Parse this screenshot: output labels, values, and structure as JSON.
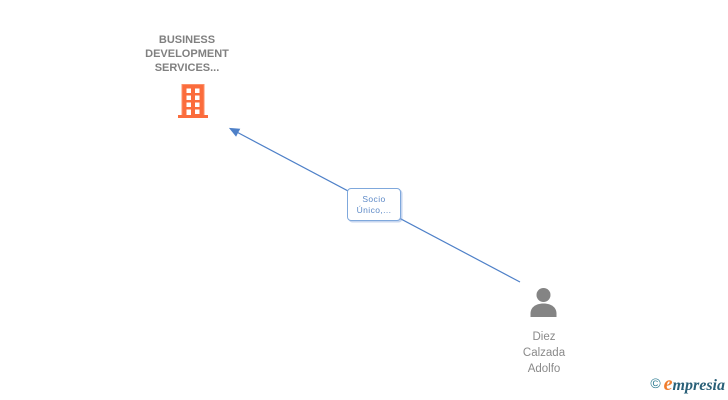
{
  "canvas": {
    "background_color": "#FFFFFF"
  },
  "graph": {
    "company_node": {
      "label_lines": [
        "BUSINESS",
        "DEVELOPMENT",
        "SERVICES..."
      ],
      "label_color": "#808080",
      "icon": "building-icon",
      "icon_color": "#FB6C3C"
    },
    "person_node": {
      "label_lines": [
        "Diez",
        "Calzada",
        "Adolfo"
      ],
      "label_color": "#8A8A8A",
      "icon": "person-icon",
      "icon_color": "#848484"
    },
    "edge": {
      "label_lines": [
        "Socio",
        "Único,..."
      ],
      "label_text_color": "#5E8AC7",
      "label_border_color": "#7FA8DC",
      "line_color": "#4E80C8",
      "direction": "person-to-company"
    }
  },
  "footer": {
    "copyright_symbol": "©",
    "brand_first_letter": "e",
    "brand_rest": "mpresia",
    "copyright_color": "#2E7D93",
    "brand_first_letter_color": "#F07D2E",
    "brand_rest_color": "#2A6078"
  }
}
